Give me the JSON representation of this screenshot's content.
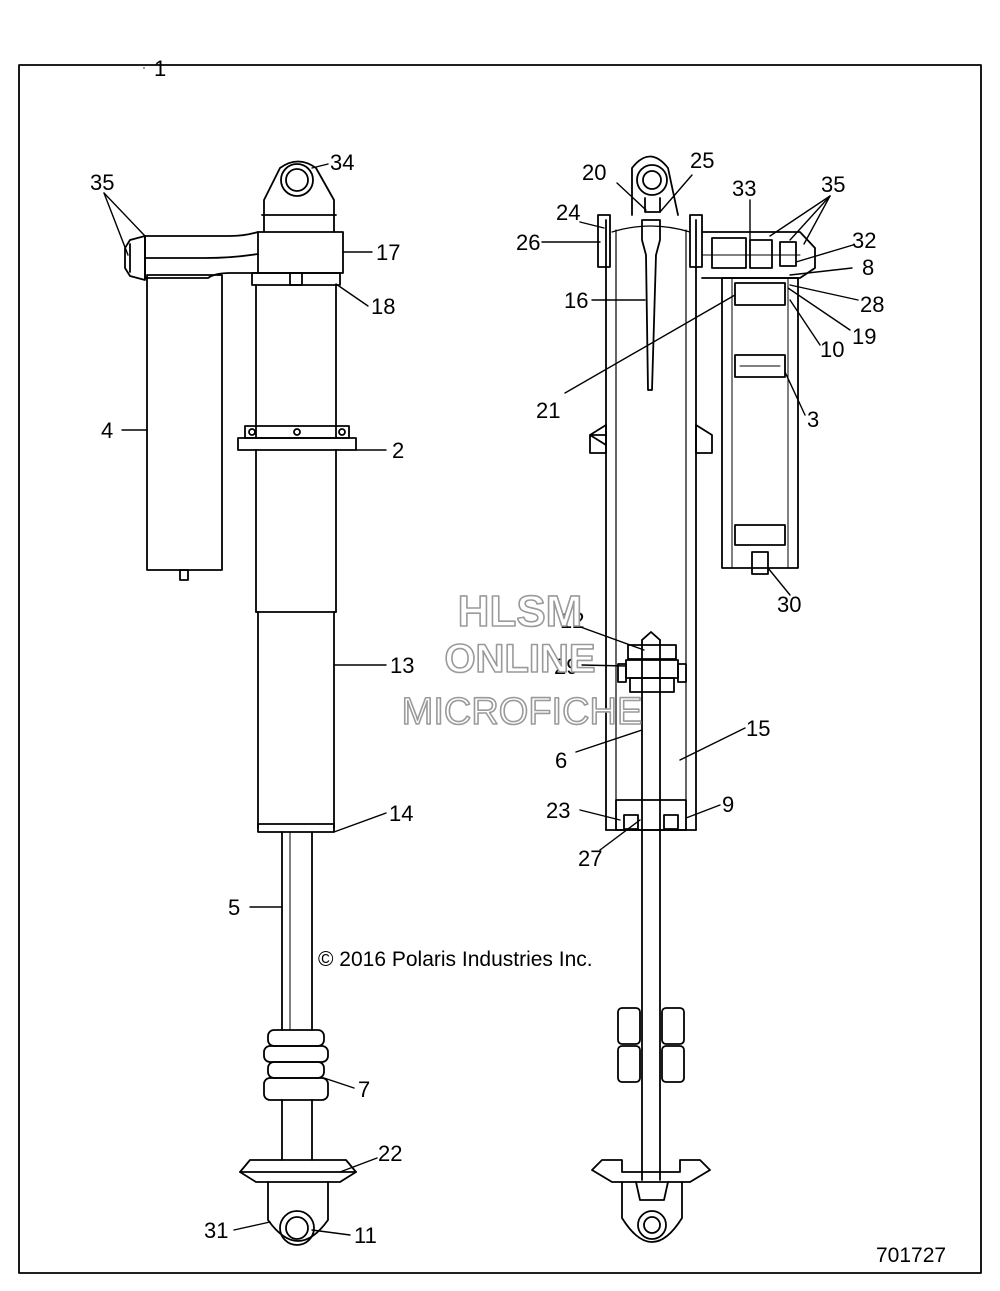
{
  "diagram": {
    "labels": {
      "l1": "1",
      "l2": "2",
      "l3": "3",
      "l4": "4",
      "l5": "5",
      "l6": "6",
      "l7": "7",
      "l8": "8",
      "l9": "9",
      "l10": "10",
      "l11": "11",
      "l12": "12",
      "l13": "13",
      "l14": "14",
      "l15": "15",
      "l16": "16",
      "l17": "17",
      "l18": "18",
      "l19": "19",
      "l20": "20",
      "l21": "21",
      "l22": "22",
      "l23": "23",
      "l24": "24",
      "l25": "25",
      "l26": "26",
      "l27": "27",
      "l28": "28",
      "l29": "29",
      "l30": "30",
      "l31": "31",
      "l32": "32",
      "l33": "33",
      "l34": "34",
      "l35a": "35",
      "l35b": "35"
    },
    "copyright": "© 2016 Polaris Industries Inc.",
    "watermark": {
      "line1": "HLSM",
      "line2": "ONLINE",
      "line3": "MICROFICHE"
    },
    "figure_number": "701727"
  }
}
